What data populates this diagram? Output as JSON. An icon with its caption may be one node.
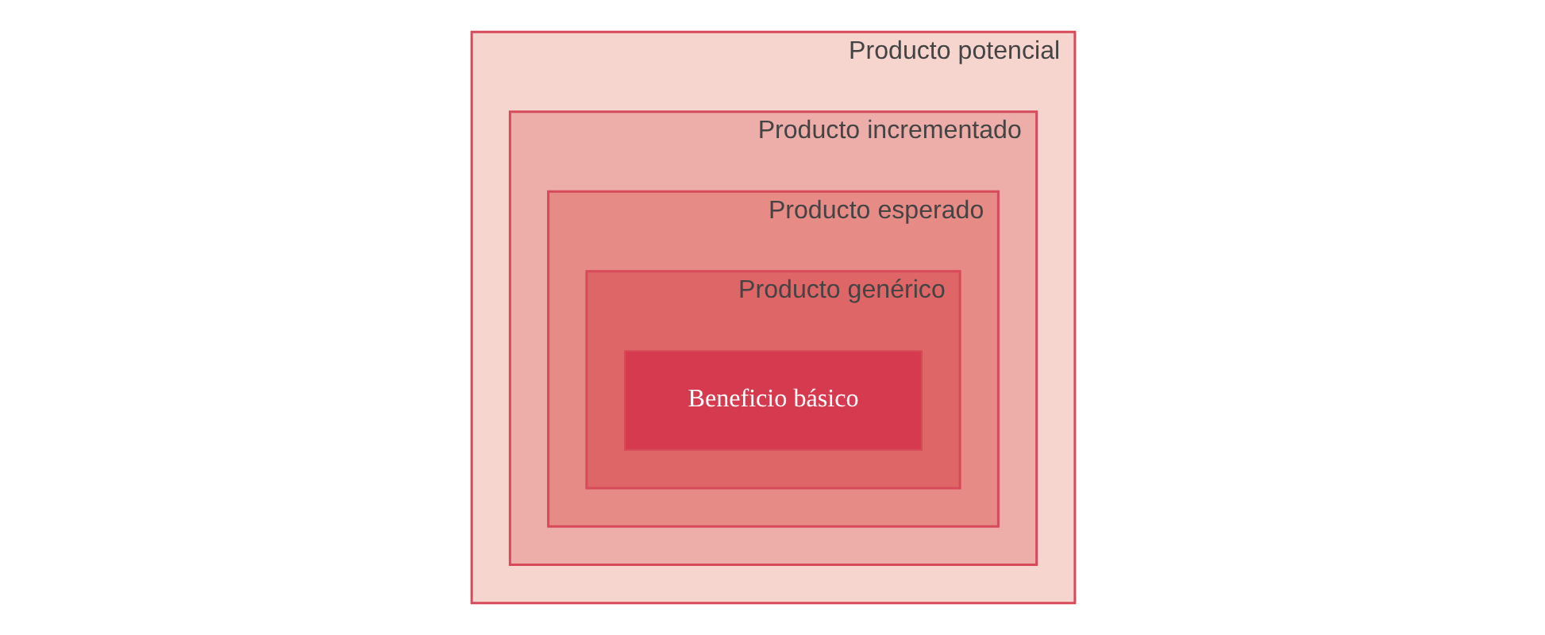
{
  "diagram": {
    "nodes": [
      {
        "text": [
          "Producto potencial"
        ]
      },
      {
        "text": [
          "Producto incrementado"
        ],
        "in": 0
      },
      {
        "text": [
          "Producto esperado"
        ],
        "in": 1
      },
      {
        "text": [
          "Producto genérico"
        ],
        "in": 2
      },
      {
        "text": [
          "Beneficio básico"
        ],
        "in": 3
      }
    ]
  }
}
